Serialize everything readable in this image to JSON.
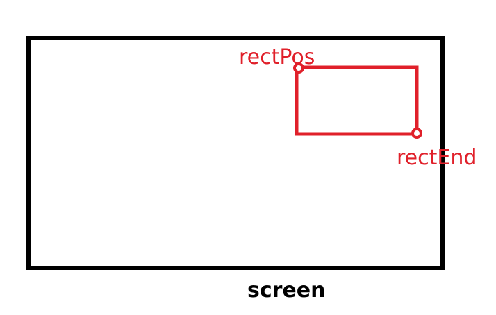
{
  "diagram": {
    "screen_label": "screen",
    "rect_pos_label": "rectPos",
    "rect_end_label": "rectEnd"
  },
  "colors": {
    "screen_border": "#000000",
    "highlight": "#e0202a",
    "background": "#ffffff"
  }
}
